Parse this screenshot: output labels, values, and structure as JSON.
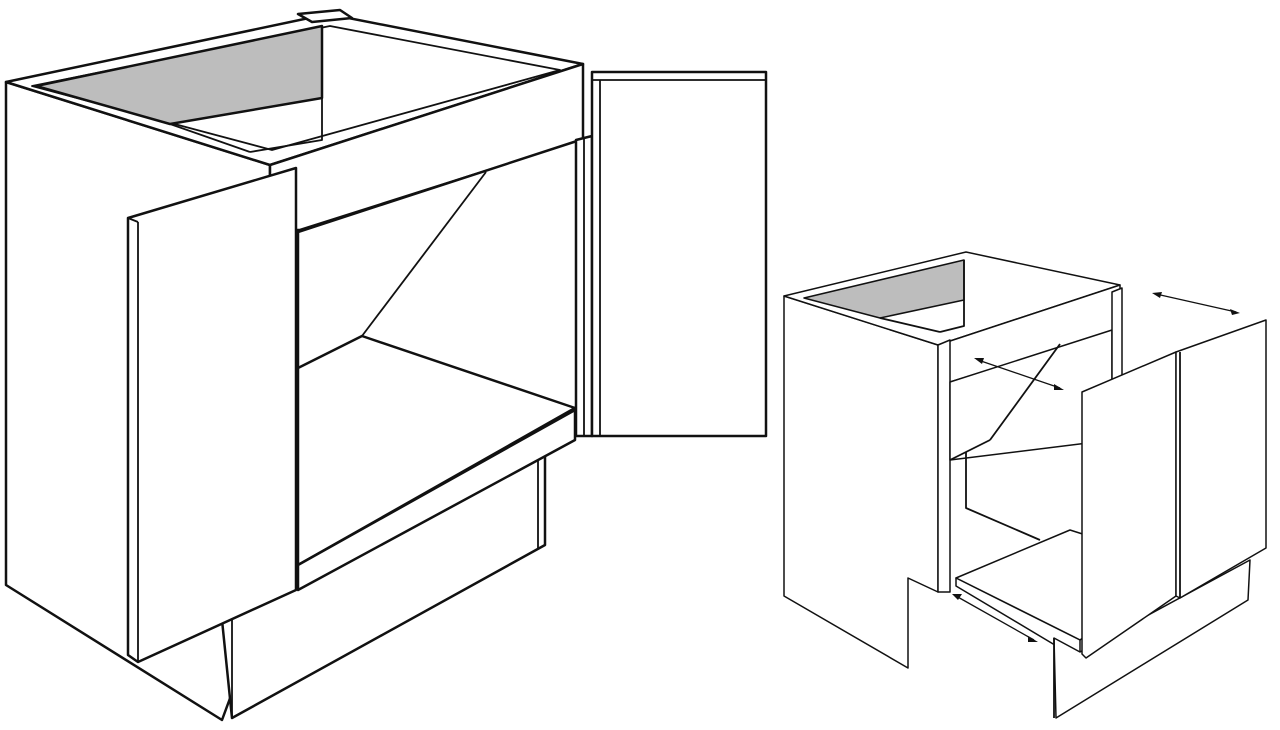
{
  "figure": {
    "views": [
      {
        "view": "closed-doors",
        "parts": [
          "cabinet-box",
          "left-door",
          "right-door",
          "face-frame",
          "toe-kick",
          "interior-shelf",
          "top-opening"
        ]
      },
      {
        "view": "exploded-pullout",
        "parts": [
          "cabinet-box",
          "pullout-shelf",
          "double-door",
          "face-frame",
          "toe-kick",
          "top-opening"
        ]
      }
    ],
    "colors": {
      "line": "#111111",
      "fill": "#ffffff",
      "shade": "#bdbdbd"
    }
  }
}
